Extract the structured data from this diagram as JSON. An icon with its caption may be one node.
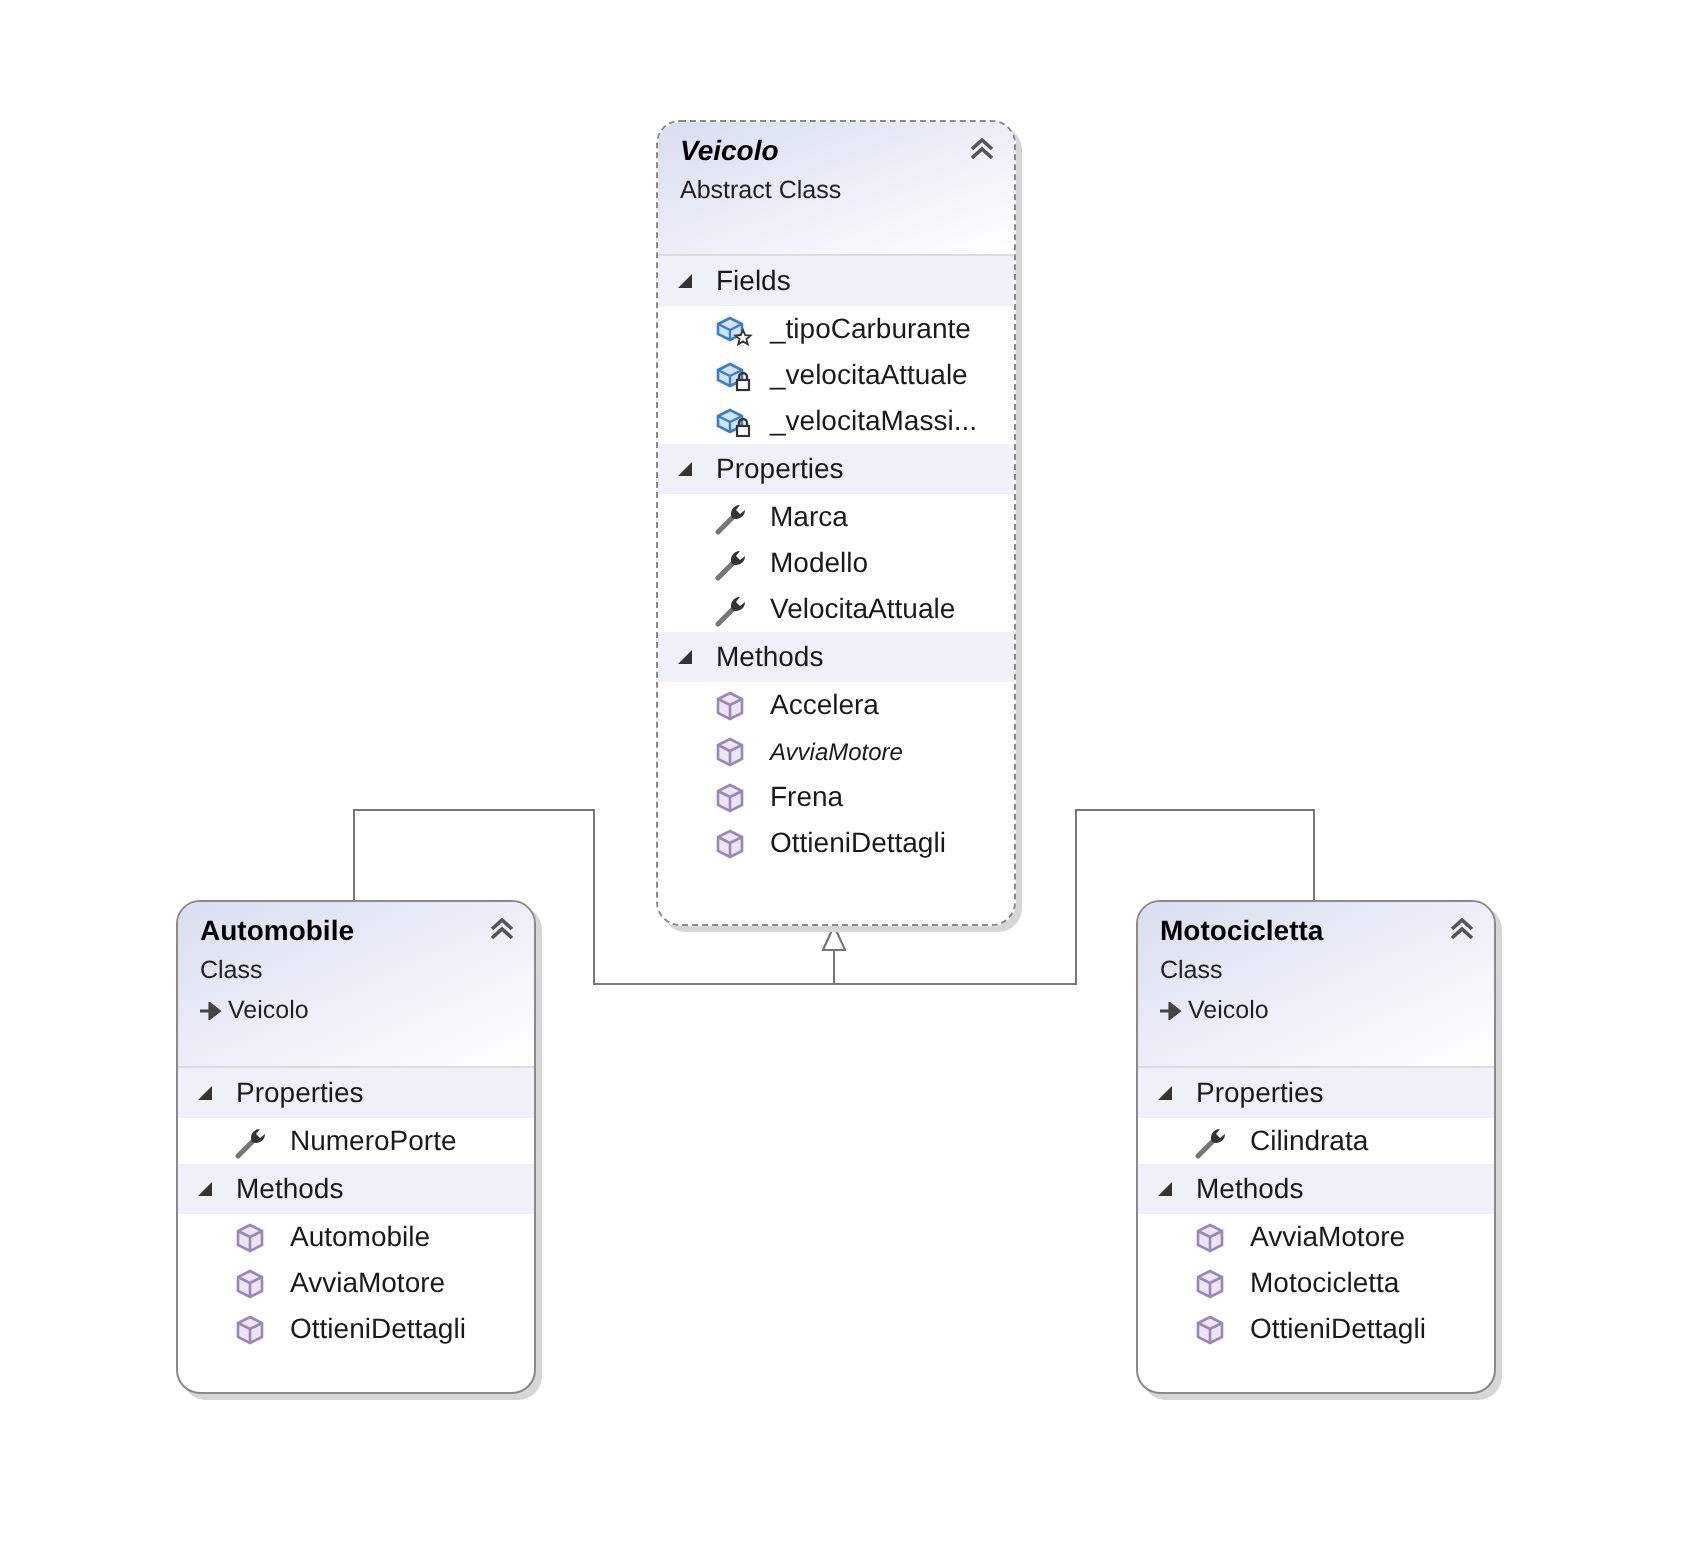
{
  "diagram": {
    "nodes": [
      {
        "text": [
          "Veicolo",
          "Abstract Class",
          "Fields",
          "_tipoCarburante",
          "_velocitaAttuale",
          "_velocitaMassi...",
          "Properties",
          "Marca",
          "Modello",
          "VelocitaAttuale",
          "Methods",
          "Accelera",
          "AvviaMotore",
          "Frena",
          "OttieniDettagli"
        ]
      },
      {
        "text": [
          "Automobile",
          "Class",
          "Veicolo",
          "Properties",
          "NumeroPorte",
          "Methods",
          "Automobile",
          "AvviaMotore",
          "OttieniDettagli"
        ]
      },
      {
        "text": [
          "Motocicletta",
          "Class",
          "Veicolo",
          "Properties",
          "Cilindrata",
          "Methods",
          "AvviaMotore",
          "Motocicletta",
          "OttieniDettagli"
        ]
      }
    ],
    "edges": [
      {
        "from": 1,
        "to": 0,
        "arrow": "to"
      },
      {
        "from": 2,
        "to": 0,
        "arrow": "to"
      }
    ]
  }
}
